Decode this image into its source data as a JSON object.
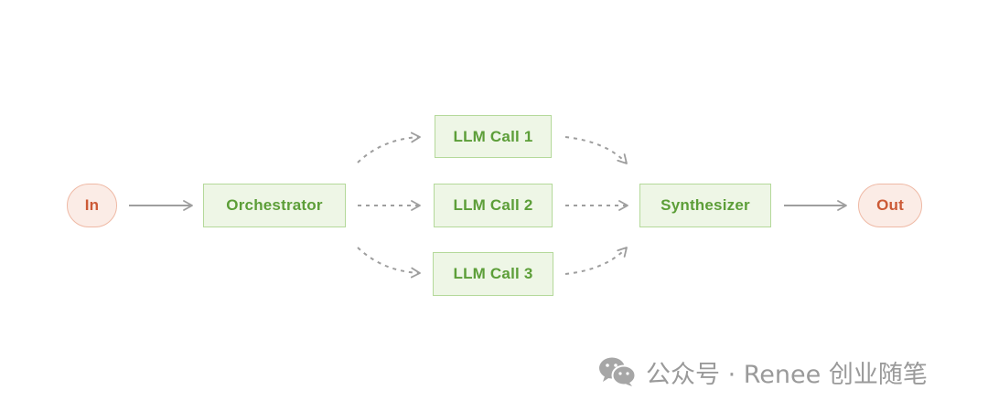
{
  "diagram": {
    "nodes": {
      "in": "In",
      "orchestrator": "Orchestrator",
      "llm_call_1": "LLM Call 1",
      "llm_call_2": "LLM Call 2",
      "llm_call_3": "LLM Call 3",
      "synthesizer": "Synthesizer",
      "out": "Out"
    },
    "colors": {
      "step_fill": "#eef6e6",
      "step_border": "#b4d99a",
      "step_text": "#5c9e38",
      "terminal_fill": "#fbece6",
      "terminal_border": "#efb9a5",
      "terminal_text": "#cc5a36",
      "arrow": "#9e9e9e"
    }
  },
  "watermark": {
    "icon": "wechat-icon",
    "text": "公众号 · Renee 创业随笔"
  }
}
